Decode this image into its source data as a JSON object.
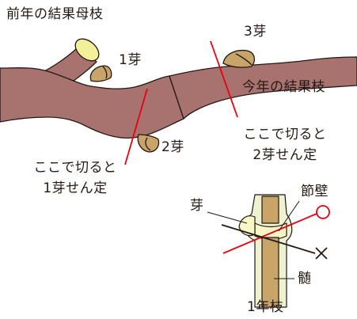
{
  "labels": {
    "parent_branch": "前年の結果母枝",
    "bud1": "1芽",
    "bud2": "2芽",
    "bud3": "3芽",
    "current_branch": "今年の結果枝",
    "cut1_line1": "ここで切ると",
    "cut1_line2": "1芽せん定",
    "cut2_line1": "ここで切ると",
    "cut2_line2": "2芽せん定",
    "node_wall": "節壁",
    "bud": "芽",
    "pith": "髄",
    "one_year_branch": "1年枝",
    "good_mark": "○",
    "bad_mark": "×"
  },
  "colors": {
    "bark": "#a8736e",
    "bark_outline": "#231815",
    "bud_fill": "#c9a469",
    "bud_tip": "#f3f09a",
    "cut_line": "#e60012",
    "wood_outer": "#eef2d0",
    "wood_core": "#c9a469",
    "node_wall": "#f7f6c5",
    "text": "#231815"
  }
}
